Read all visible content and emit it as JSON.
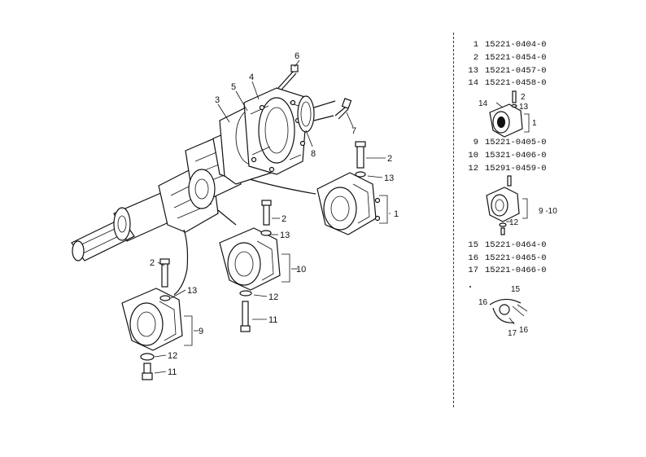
{
  "callouts": {
    "c1": "1",
    "c2a": "2",
    "c2b": "2",
    "c2c": "2",
    "c3": "3",
    "c4": "4",
    "c5": "5",
    "c6": "6",
    "c7": "7",
    "c8": "8",
    "c9": "9",
    "c10": "10",
    "c11a": "11",
    "c11b": "11",
    "c12a": "12",
    "c12b": "12",
    "c13a": "13",
    "c13b": "13",
    "c13c": "13"
  },
  "parts_list": {
    "group1": [
      {
        "no": "1",
        "part": "15221-0404-0"
      },
      {
        "no": "2",
        "part": "15221-0454-0"
      },
      {
        "no": "13",
        "part": "15221-0457-0"
      },
      {
        "no": "14",
        "part": "15221-0458-0"
      }
    ],
    "group2": [
      {
        "no": "9",
        "part": "15221-0405-0"
      },
      {
        "no": "10",
        "part": "15321-0406-0"
      },
      {
        "no": "12",
        "part": "15291-0459-0"
      }
    ],
    "group3": [
      {
        "no": "15",
        "part": "15221-0464-0"
      },
      {
        "no": "16",
        "part": "15221-0465-0"
      },
      {
        "no": "17",
        "part": "15221-0466-0"
      }
    ]
  },
  "mini_callouts": {
    "m14": "14",
    "m2": "2",
    "m13": "13",
    "m1": "1",
    "m12": "12",
    "m9_10": "9 -10",
    "m15": "15",
    "m16a": "16",
    "m17": "17",
    "m16b": "16"
  }
}
